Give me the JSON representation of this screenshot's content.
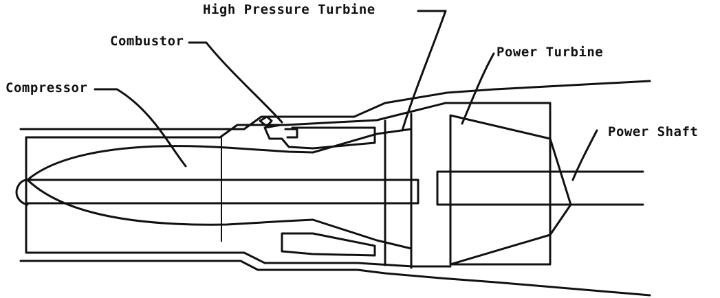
{
  "labels": {
    "compressor": "Compressor",
    "combustor": "Combustor",
    "high_pressure_turbine": "High Pressure Turbine",
    "power_turbine": "Power Turbine",
    "power_shaft": "Power Shaft"
  }
}
